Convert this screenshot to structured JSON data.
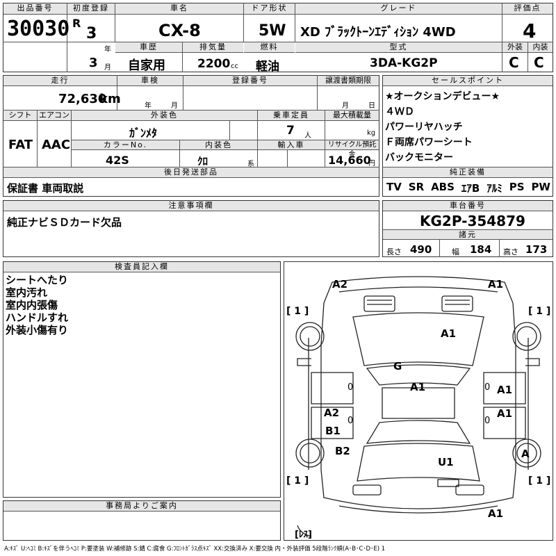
{
  "header": {
    "lot_label": "出品番号",
    "lot_value": "30030",
    "reg_label": "初度登録",
    "era": "R",
    "reg_year": "3",
    "year_unit": "年",
    "reg_month": "3",
    "month_unit": "月",
    "name_label": "車名",
    "name_value": "CX-8",
    "door_label": "ドア形状",
    "door_value": "5W",
    "grade_label": "グレード",
    "grade_value": "XD ﾌﾞﾗｯｸﾄｰﾝｴﾃﾞｨｼｮﾝ 4WD",
    "score_label": "評価点",
    "score_value": "4",
    "history_label": "車歴",
    "history_value": "自家用",
    "disp_label": "排気量",
    "disp_value": "2200",
    "disp_unit": "cc",
    "fuel_label": "燃料",
    "fuel_value": "軽油",
    "model_label": "型式",
    "model_value": "3DA-KG2P",
    "ext_label": "外装",
    "ext_value": "C",
    "int_label": "内装",
    "int_value": "C"
  },
  "mid": {
    "mileage_label": "走行",
    "mileage_value": "72,630",
    "mileage_unit": "km",
    "inspection_label": "車検",
    "insp_year": "年",
    "insp_month": "月",
    "regno_label": "登録番号",
    "deadline_label": "譲渡書類期限",
    "dl_month": "月",
    "dl_day": "日",
    "shift_label": "シフト",
    "shift_value": "FAT",
    "ac_label": "エアコン",
    "ac_value": "AAC",
    "color_label": "外装色",
    "color_value": "ｶﾞﾝﾒﾀ",
    "capacity_label": "乗車定員",
    "capacity_value": "7",
    "capacity_unit": "人",
    "load_label": "最大積載量",
    "load_unit": "kg",
    "colorno_label": "カラーNo.",
    "colorno_value": "42S",
    "intcolor_label": "内装色",
    "intcolor_value": "ｸﾛ",
    "intcolor_unit": "系",
    "import_label": "輸入車",
    "recycle_label": "リサイクル預託金",
    "recycle_value": "14,660",
    "recycle_unit": "円",
    "later_label": "後日発送部品",
    "later_value": "保証書 車両取説"
  },
  "sales_point": {
    "label": "セールスポイント",
    "items": [
      "★オークションデビュー★",
      "４ＷＤ",
      "パワーリヤハッチ",
      "Ｆ両席パワーシート",
      "バックモニター"
    ]
  },
  "equipment": {
    "label": "純正装備",
    "items": [
      "TV",
      "SR",
      "ABS",
      "ｴｱB",
      "ｱﾙﾐ",
      "PS",
      "PW"
    ]
  },
  "caution": {
    "label": "注意事項欄",
    "value": "純正ナビＳＤカード欠品"
  },
  "chassis": {
    "label": "車台番号",
    "value": "KG2P-354879"
  },
  "specs": {
    "label": "諸元",
    "length_label": "長さ",
    "length_value": "490",
    "width_label": "幅",
    "width_value": "184",
    "height_label": "高さ",
    "height_value": "173"
  },
  "inspector": {
    "label": "検査員記入欄",
    "notes": [
      "シートへたり",
      "室内汚れ",
      "室内内張傷",
      "ハンドルすれ",
      "外装小傷有り"
    ]
  },
  "office": {
    "label": "事務局よりご案内"
  },
  "diagram": {
    "marks": [
      "A2",
      "A1",
      "A1",
      "G",
      "A1",
      "A1",
      "A2",
      "A1",
      "B1",
      "B2",
      "U1",
      "A",
      "A1"
    ],
    "tire_tl": "[ 1 ]",
    "tire_tr": "[ 1 ]",
    "tire_bl": "[ 1 ]",
    "tire_br": "[ 1 ]",
    "spare": "[ﾚｽ]",
    "zero_l": "0",
    "zero_r": "0",
    "zero_rl": "0",
    "zero_rr": "0"
  },
  "legend": "A:ｷｽﾞ U:ﾍｺﾐ B:ｷｽﾞを伴うﾍｺﾐ P:要塗装 W:補修跡 S:錆 C:腐食 G:ﾌﾛﾝﾄｶﾞﾗｽ点ｷｽﾞ XX:交換済み X:要交換 内・外装評価 5段階ﾗﾝｸ順(A･B･C･D･E) 1"
}
